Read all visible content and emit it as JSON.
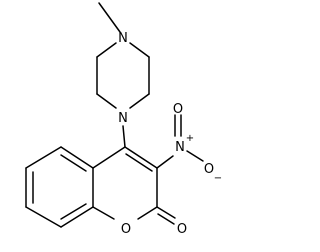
{
  "atom_labels": {
    "piperazine_n_top": "N",
    "piperazine_n_bottom": "N",
    "nitro_n": "N",
    "nitro_o_double": "O",
    "nitro_o_single": "O",
    "ring_o": "O",
    "carbonyl_o": "O"
  },
  "charges": {
    "nitro_n": "+",
    "nitro_o_single": "−"
  }
}
